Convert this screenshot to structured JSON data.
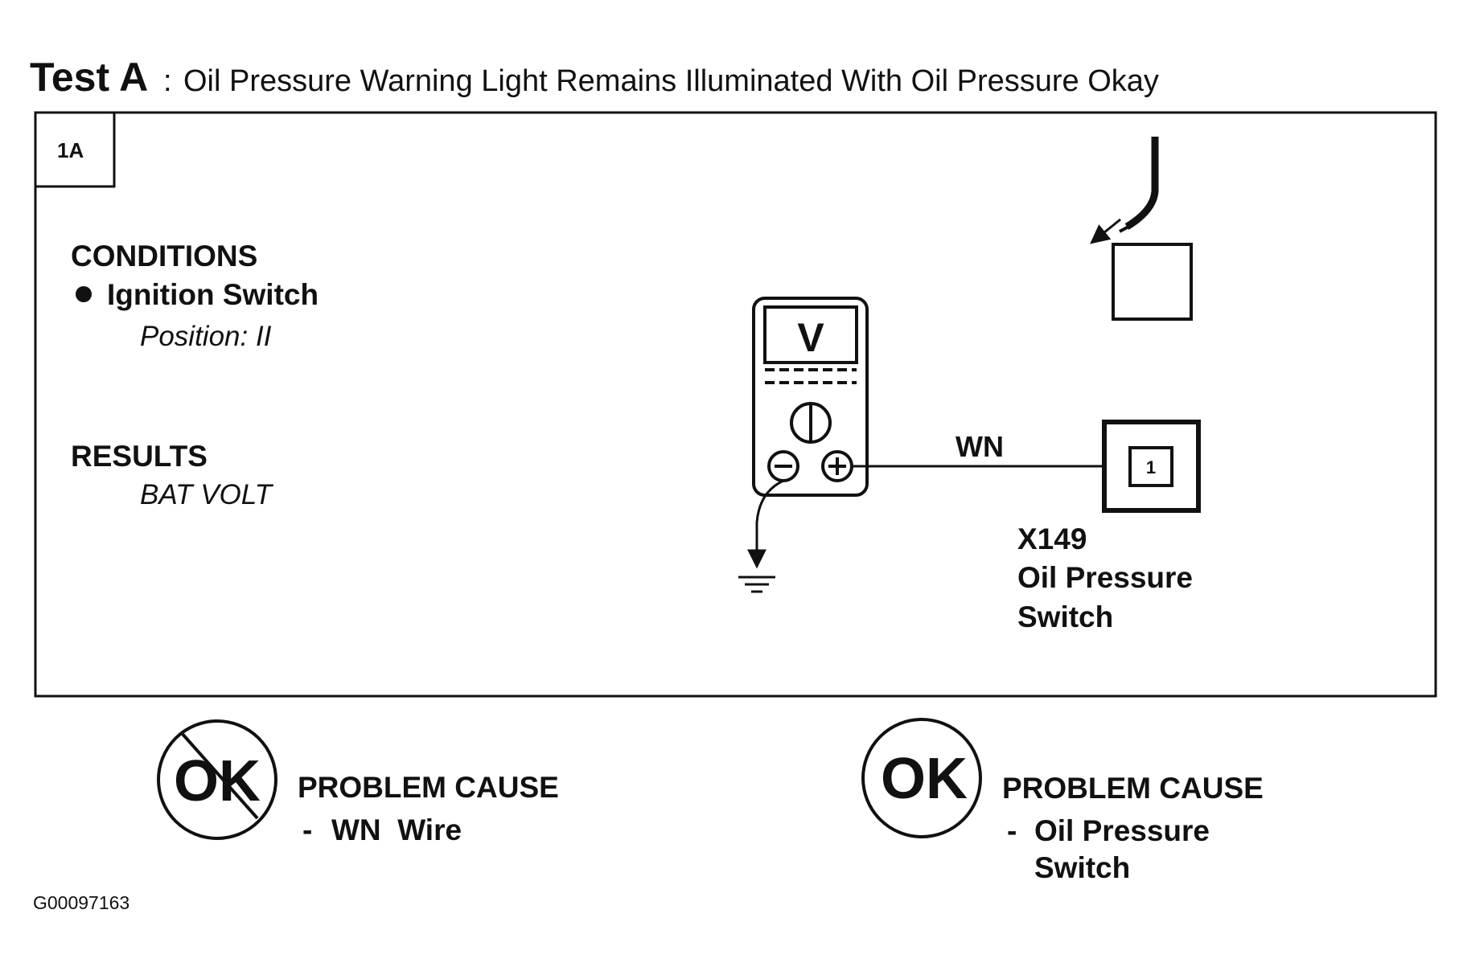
{
  "title": {
    "test_label": "Test A",
    "separator": ":",
    "description": "Oil Pressure Warning Light Remains Illuminated With Oil Pressure Okay"
  },
  "step": {
    "id": "1A",
    "conditions_heading": "CONDITIONS",
    "condition_item": "Ignition Switch",
    "condition_detail": "Position: II",
    "results_heading": "RESULTS",
    "result_value": "BAT VOLT"
  },
  "meter": {
    "display_symbol": "V"
  },
  "wiring": {
    "wire_label": "WN",
    "pin_number": "1",
    "connector_id": "X149",
    "connector_name_line1": "Oil Pressure",
    "connector_name_line2": "Switch"
  },
  "outcomes": {
    "not_ok": {
      "symbol": "OK",
      "heading": "PROBLEM CAUSE",
      "cause_dash": "-",
      "cause_line1": "WN  Wire"
    },
    "ok": {
      "symbol": "OK",
      "heading": "PROBLEM CAUSE",
      "cause_dash": "-",
      "cause_line1": "Oil Pressure",
      "cause_line2": "Switch"
    }
  },
  "figure_id": "G00097163"
}
